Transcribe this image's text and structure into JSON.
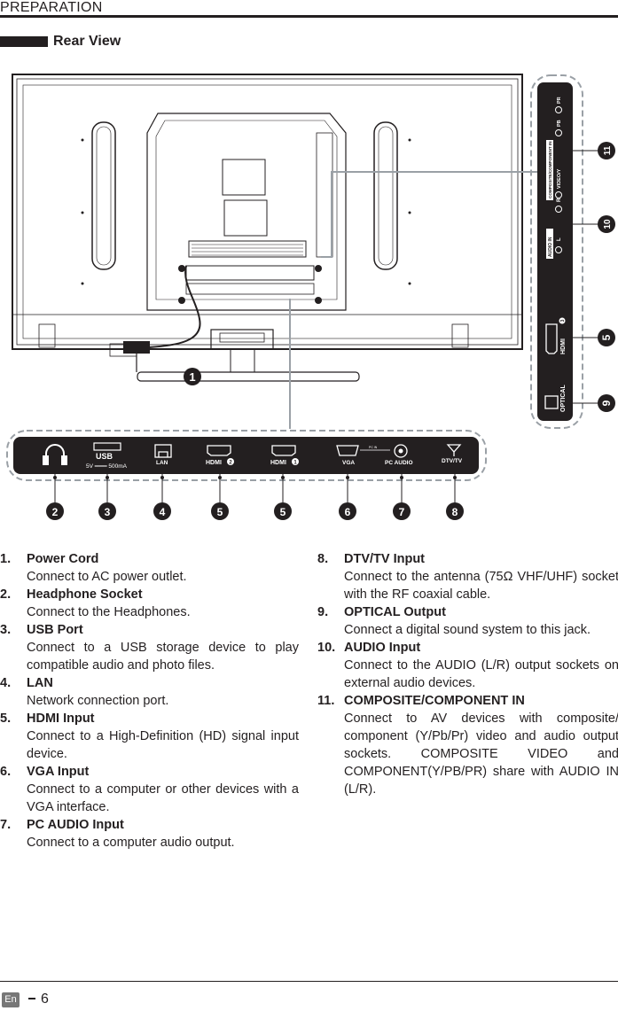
{
  "header": {
    "section": "PREPARATION"
  },
  "section_title": "Rear View",
  "diagram": {
    "callouts": {
      "power": "1",
      "c2": "2",
      "c3": "3",
      "c4": "4",
      "c5a": "5",
      "c5b": "5",
      "c6": "6",
      "c7": "7",
      "c8": "8",
      "s9": "9",
      "s5": "5",
      "s10": "10",
      "s11": "11"
    },
    "bottom_panel": {
      "usb": "USB",
      "usb_rating": "5V ═══ 500mA",
      "lan": "LAN",
      "hdmi2": "HDMI",
      "hdmi2_num": "2",
      "hdmi1": "HDMI",
      "hdmi1_num": "1",
      "vga": "VGA",
      "pc_in": "PC IN",
      "pc_audio": "PC AUDIO",
      "dtv": "DTV/TV"
    },
    "side_panel": {
      "optical": "OPTICAL",
      "hdmi3": "HDMI",
      "hdmi3_num": "3",
      "audio_in": "AUDIO IN",
      "audio_l": "L",
      "audio_r": "R",
      "comp": "COMPOSITE/COMPONENT IN",
      "video_y": "VIDEO/Y",
      "pb": "PB",
      "pr": "PR"
    }
  },
  "items_left": [
    {
      "num": "1.",
      "title": "Power Cord",
      "desc": "Connect to AC power outlet."
    },
    {
      "num": "2.",
      "title": "Headphone Socket",
      "desc": "Connect to the Headphones."
    },
    {
      "num": "3.",
      "title": "USB Port",
      "desc": "Connect to a USB storage device to play compatible audio and photo files."
    },
    {
      "num": "4.",
      "title": "LAN",
      "desc": "Network connection port."
    },
    {
      "num": "5.",
      "title": "HDMI Input",
      "desc": "Connect to a High-Definition (HD) signal input device."
    },
    {
      "num": "6.",
      "title": "VGA Input",
      "desc": "Connect to a computer or other devices with a VGA interface."
    },
    {
      "num": "7.",
      "title": "PC AUDIO Input",
      "desc": "Connect to a computer audio output."
    }
  ],
  "items_right": [
    {
      "num": "8.",
      "title": "DTV/TV Input",
      "desc": "Connect to the antenna (75Ω VHF/UHF) socket with the RF coaxial cable."
    },
    {
      "num": "9.",
      "title": "OPTICAL Output",
      "desc": "Connect a digital sound system to this jack."
    },
    {
      "num": "10.",
      "title": "AUDIO Input",
      "desc": "Connect to the AUDIO (L/R) output sockets on external audio devices."
    },
    {
      "num": "11.",
      "title": "COMPOSITE/COMPONENT IN",
      "desc": "Connect to AV devices with composite/ component (Y/Pb/Pr) video and audio output sockets. COMPOSITE VIDEO and COMPONENT(Y/PB/PR) share with  AUDIO IN (L/R)."
    }
  ],
  "footer": {
    "lang": "En",
    "page": "6"
  }
}
